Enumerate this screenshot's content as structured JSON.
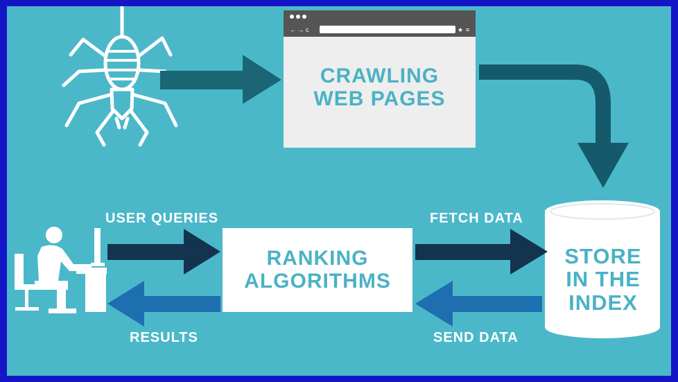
{
  "nodes": {
    "crawling": {
      "line1": "CRAWLING",
      "line2": "WEB PAGES"
    },
    "ranking": {
      "line1": "RANKING",
      "line2": "ALGORITHMS"
    },
    "store": {
      "line1": "STORE",
      "line2": "IN THE",
      "line3": "INDEX"
    }
  },
  "browser": {
    "nav": "← → c",
    "star": "★",
    "menu": "≡"
  },
  "edges": {
    "user_queries": "USER QUERIES",
    "results": "RESULTS",
    "fetch_data": "FETCH DATA",
    "send_data": "SEND DATA"
  },
  "icons": {
    "spider": "spider-icon",
    "user": "user-at-computer-icon",
    "database": "database-cylinder-icon"
  },
  "colors": {
    "background": "#4bb8c9",
    "frame": "#1515c8",
    "dark_arrow": "#155a6b",
    "navy_arrow": "#14334e",
    "blue_arrow": "#1d6fb0",
    "label_text": "#4ab2c4"
  }
}
